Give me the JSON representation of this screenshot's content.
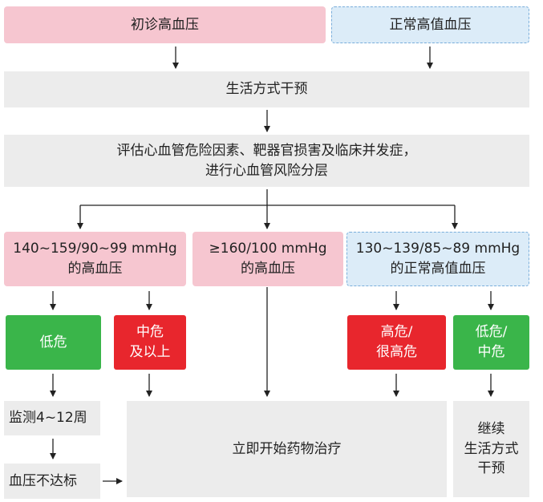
{
  "colors": {
    "pink": "#f6c6d0",
    "light_blue": "#dcecf8",
    "blue_dashed_border": "#7aaedb",
    "gray": "#ececec",
    "green": "#3ab54a",
    "red": "#e8262d",
    "line": "#222222"
  },
  "top": {
    "initial": "初诊高血压",
    "normal_high": "正常高值血压"
  },
  "lifestyle": "生活方式干预",
  "assess": "评估心血管危险因素、靶器官损害及临床并发症，\n进行心血管风险分层",
  "categories": {
    "c1": "140~159/90~99 mmHg\n的高血压",
    "c2": "≥160/100 mmHg\n的高血压",
    "c3": "130~139/85~89 mmHg\n的正常高值血压"
  },
  "risk": {
    "low": "低危",
    "mid_up": "中危\n及以上",
    "high": "高危/\n很高危",
    "low_mid": "低危/\n中危"
  },
  "monitor": "监测4~12周",
  "bp_not_reached": "血压不达标",
  "drug": "立即开始药物治疗",
  "continue": "继续\n生活方式\n干预"
}
